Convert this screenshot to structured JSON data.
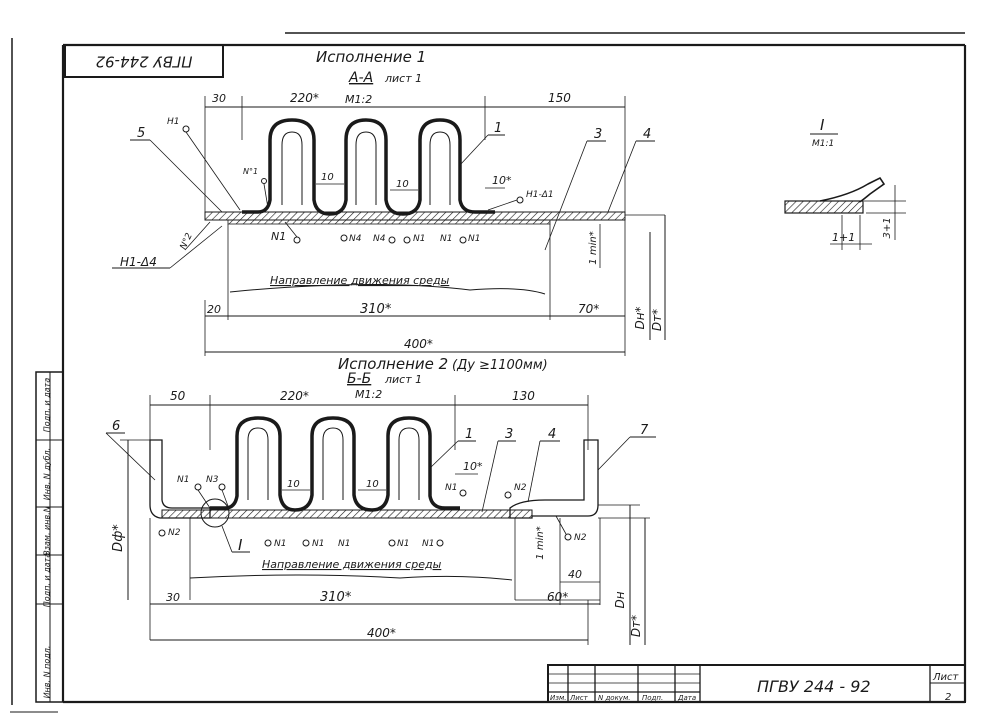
{
  "stamp": {
    "doc_code": "ПГВУ 244-92"
  },
  "variant1": {
    "title": "Исполнение 1",
    "section": "А-А",
    "sheet_ref": "лист 1",
    "scale": "М1:2",
    "dims": {
      "left": "30",
      "mid": "220*",
      "right": "150",
      "bottom_left": "20",
      "bottom_mid": "310*",
      "bottom_right": "70*",
      "total": "400*",
      "conv_pitch": "10",
      "conv_pitch_b": "10",
      "edge": "10*",
      "min_gap": "1 min*",
      "dn": "Dн*",
      "dt": "Dт*"
    },
    "callouts": {
      "p5": "5",
      "p1": "1",
      "p3": "3",
      "p4": "4"
    },
    "welds": {
      "n1_top": "Н1",
      "n1_left": "N°1",
      "n1_right": "Н1-Δ1",
      "n1_under": "N1",
      "n4_a": "N4",
      "n4_b": "N4",
      "n1_b": "N1",
      "n1_c": "N1",
      "n1_d": "N1",
      "n2_slant": "N°2",
      "h1d4": "Н1-Δ4"
    },
    "flow": "Направление движения среды"
  },
  "variant2": {
    "title": "Исполнение 2",
    "cond": "(Ду ≥1100мм)",
    "section": "Б-Б",
    "sheet_ref": "лист 1",
    "scale": "М1:2",
    "dims": {
      "left": "50",
      "mid": "220*",
      "right": "130",
      "bottom_left": "30",
      "bottom_mid": "310*",
      "bottom_right": "60*",
      "total": "400*",
      "conv_pitch": "10",
      "conv_pitch_b": "10",
      "edge": "10*",
      "min_gap": "1 min*",
      "d40": "40",
      "dn": "Dн",
      "dt": "Dт*",
      "df": "Dф*"
    },
    "callouts": {
      "p6": "6",
      "p1": "1",
      "p3": "3",
      "p4": "4",
      "p7": "7",
      "detail": "I"
    },
    "welds": {
      "n1_a": "N1",
      "n3": "N3",
      "n2_left": "N2",
      "n1_b": "N1",
      "n1_c": "N1",
      "n1_d": "N1",
      "n1_e": "N1",
      "n1_f": "N1",
      "n1_right": "N1",
      "n2_top": "N2",
      "n2_right": "N2"
    },
    "flow": "Направление движения среды"
  },
  "detail": {
    "title": "I",
    "scale": "М1:1",
    "dim_w": "1+1",
    "dim_h": "3+1"
  },
  "side_frame": {
    "labels": [
      "Инв. N подл.",
      "Подп. и дата",
      "Взам. инв.N",
      "Инв. N дубл.",
      "Подп. и дата"
    ]
  },
  "title_block": {
    "headers": [
      "Изм.",
      "Лист",
      "N докум.",
      "Подп.",
      "Дата"
    ],
    "doc_code": "ПГВУ 244 - 92",
    "sheet_label": "Лист",
    "sheet_no": "2"
  }
}
